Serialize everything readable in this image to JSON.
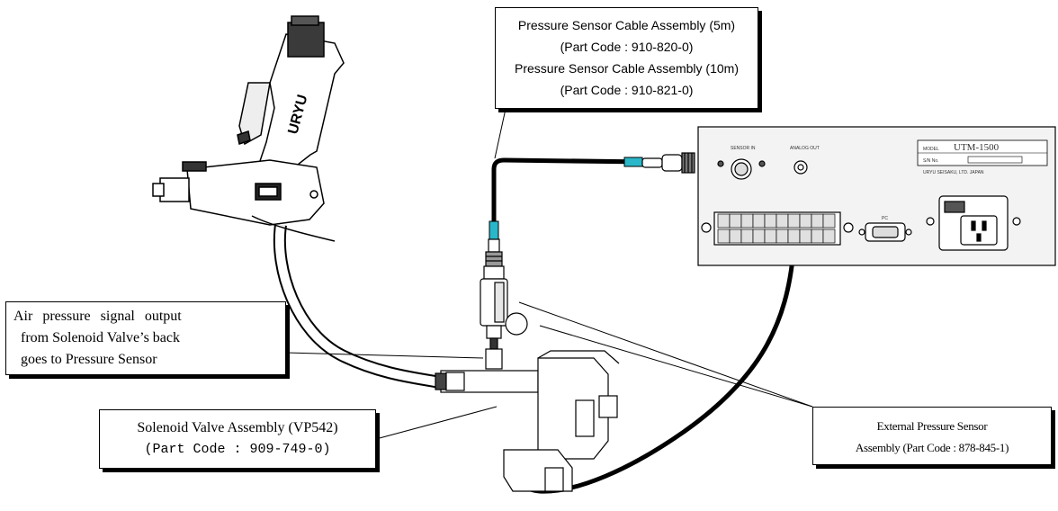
{
  "cable_callout": {
    "line1": "Pressure Sensor Cable Assembly (5m)",
    "line2": "(Part Code : 910-820-0)",
    "line3": "Pressure Sensor Cable Assembly (10m)",
    "line4": "(Part Code : 910-821-0)"
  },
  "air_callout": {
    "line1": "Air pressure signal output",
    "line2": "from Solenoid Valve’s back",
    "line3": "goes to Pressure Sensor"
  },
  "solenoid_callout": {
    "line1": "Solenoid Valve Assembly (VP542)",
    "line2": "(Part Code : 909-749-0)"
  },
  "sensor_callout": {
    "line1": "External Pressure Sensor",
    "line2": "Assembly (Part Code : 878-845-1)"
  },
  "controller": {
    "model_label": "MODEL",
    "model": "UTM-1500",
    "serial_label": "S/N No.",
    "maker": "URYU SEISAKU, LTD. JAPAN",
    "sensor_in": "SENSOR IN",
    "analog_out": "ANALOG OUT",
    "pc": "PC"
  },
  "colors": {
    "cable_marker": "#2ab7c9",
    "line": "#000000",
    "background": "#ffffff"
  }
}
